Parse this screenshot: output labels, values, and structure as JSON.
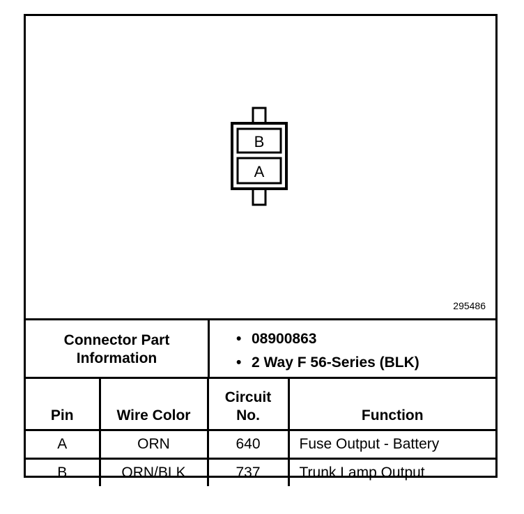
{
  "diagram": {
    "figure_number": "295486",
    "connector": {
      "cavity_top": "B",
      "cavity_bottom": "A"
    }
  },
  "info": {
    "label": "Connector Part\nInformation",
    "items": [
      "08900863",
      "2 Way F 56-Series (BLK)"
    ],
    "bullet": "•"
  },
  "table": {
    "headers": {
      "pin": "Pin",
      "wire_color": "Wire Color",
      "circuit": "Circuit\nNo.",
      "function": "Function"
    },
    "rows": [
      {
        "pin": "A",
        "wire_color": "ORN",
        "circuit": "640",
        "function": "Fuse Output - Battery"
      },
      {
        "pin": "B",
        "wire_color": "ORN/BLK",
        "circuit": "737",
        "function": "Trunk Lamp Output"
      }
    ]
  }
}
